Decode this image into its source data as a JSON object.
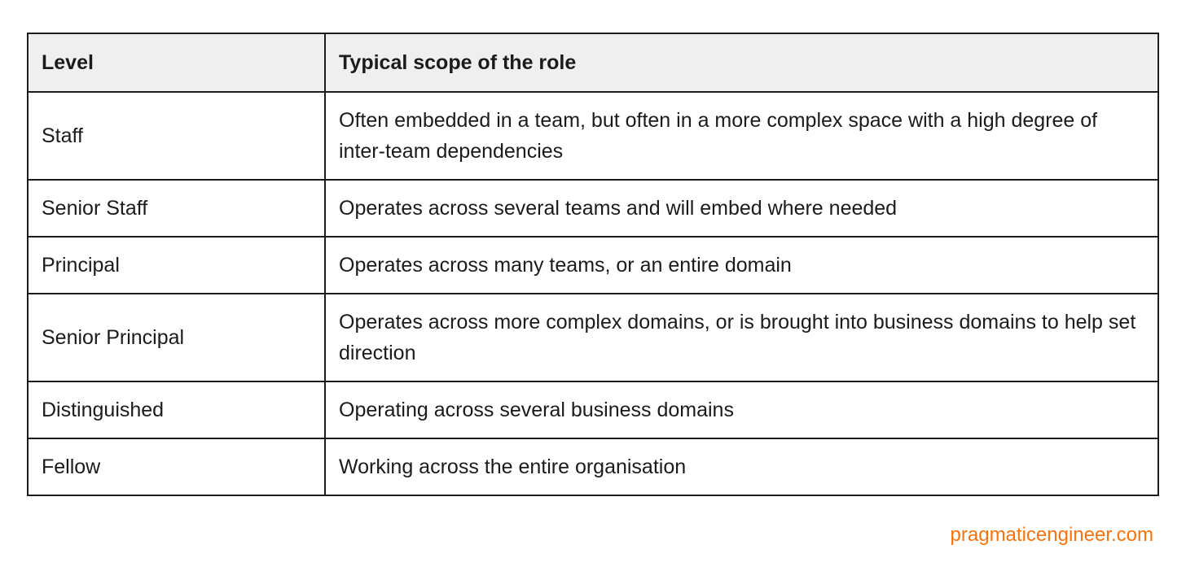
{
  "table": {
    "headers": {
      "level": "Level",
      "scope": "Typical scope of the role"
    },
    "rows": [
      {
        "level": "Staff",
        "scope": "Often embedded in a team, but often in a more complex space with a high degree of inter-team dependencies"
      },
      {
        "level": "Senior Staff",
        "scope": "Operates across several teams and will embed where needed"
      },
      {
        "level": "Principal",
        "scope": "Operates across many teams, or an entire domain"
      },
      {
        "level": "Senior Principal",
        "scope": "Operates across more complex domains, or is brought into business domains to help set direction"
      },
      {
        "level": "Distinguished",
        "scope": "Operating across several business domains"
      },
      {
        "level": "Fellow",
        "scope": "Working across the entire organisation"
      }
    ]
  },
  "footer": {
    "site_label": "pragmaticengineer.com"
  },
  "colors": {
    "accent_orange": "#f7730d",
    "header_background": "#efefef",
    "border": "#1d1d1d",
    "text": "#1b1b1b"
  }
}
